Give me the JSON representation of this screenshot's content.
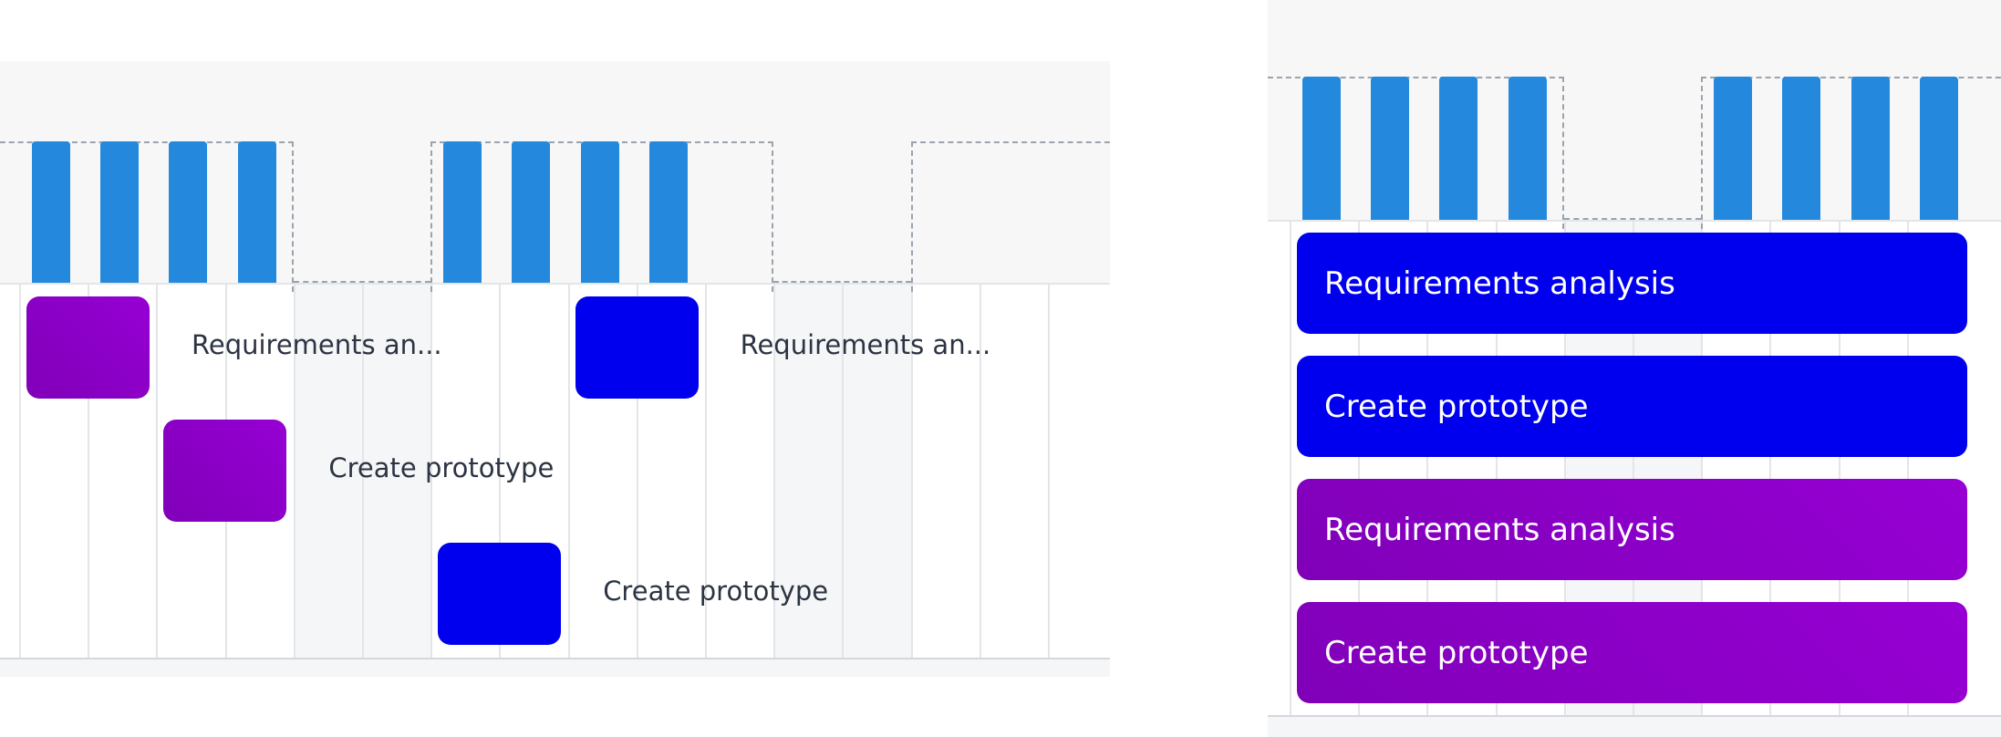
{
  "colors": {
    "purple": "#8a00c8",
    "blue": "#0000ee",
    "histogram": "#2489dd",
    "header_bg": "#f7f7f7",
    "label_text": "#2c3443"
  },
  "left_view": {
    "days": [
      {
        "weekend": false,
        "load": 1
      },
      {
        "weekend": false,
        "load": 1
      },
      {
        "weekend": false,
        "load": 1
      },
      {
        "weekend": false,
        "load": 1
      },
      {
        "weekend": true,
        "load": 0
      },
      {
        "weekend": true,
        "load": 0
      },
      {
        "weekend": false,
        "load": 1
      },
      {
        "weekend": false,
        "load": 1
      },
      {
        "weekend": false,
        "load": 1
      },
      {
        "weekend": false,
        "load": 1
      },
      {
        "weekend": false,
        "load": 0
      },
      {
        "weekend": true,
        "load": 0
      },
      {
        "weekend": true,
        "load": 0
      },
      {
        "weekend": false,
        "load": 0
      },
      {
        "weekend": false,
        "load": 0
      },
      {
        "weekend": false,
        "load": 0
      }
    ],
    "tasks": [
      {
        "label": "Requirements an...",
        "color": "purple",
        "row": 0,
        "col": 0
      },
      {
        "label": "Requirements an...",
        "color": "blue",
        "row": 0,
        "col": 8
      },
      {
        "label": "Create prototype",
        "color": "purple",
        "row": 1,
        "col": 2
      },
      {
        "label": "Create prototype",
        "color": "blue",
        "row": 2,
        "col": 6
      }
    ]
  },
  "right_view": {
    "days": [
      {
        "weekend": false,
        "load": 1
      },
      {
        "weekend": false,
        "load": 1
      },
      {
        "weekend": false,
        "load": 1
      },
      {
        "weekend": false,
        "load": 1
      },
      {
        "weekend": true,
        "load": 0
      },
      {
        "weekend": true,
        "load": 0
      },
      {
        "weekend": false,
        "load": 1
      },
      {
        "weekend": false,
        "load": 1
      },
      {
        "weekend": false,
        "load": 1
      },
      {
        "weekend": false,
        "load": 1
      }
    ],
    "tasks": [
      {
        "label": "Requirements analysis",
        "color": "blue"
      },
      {
        "label": "Create prototype",
        "color": "blue"
      },
      {
        "label": "Requirements analysis",
        "color": "purple"
      },
      {
        "label": "Create prototype",
        "color": "purple"
      }
    ]
  }
}
